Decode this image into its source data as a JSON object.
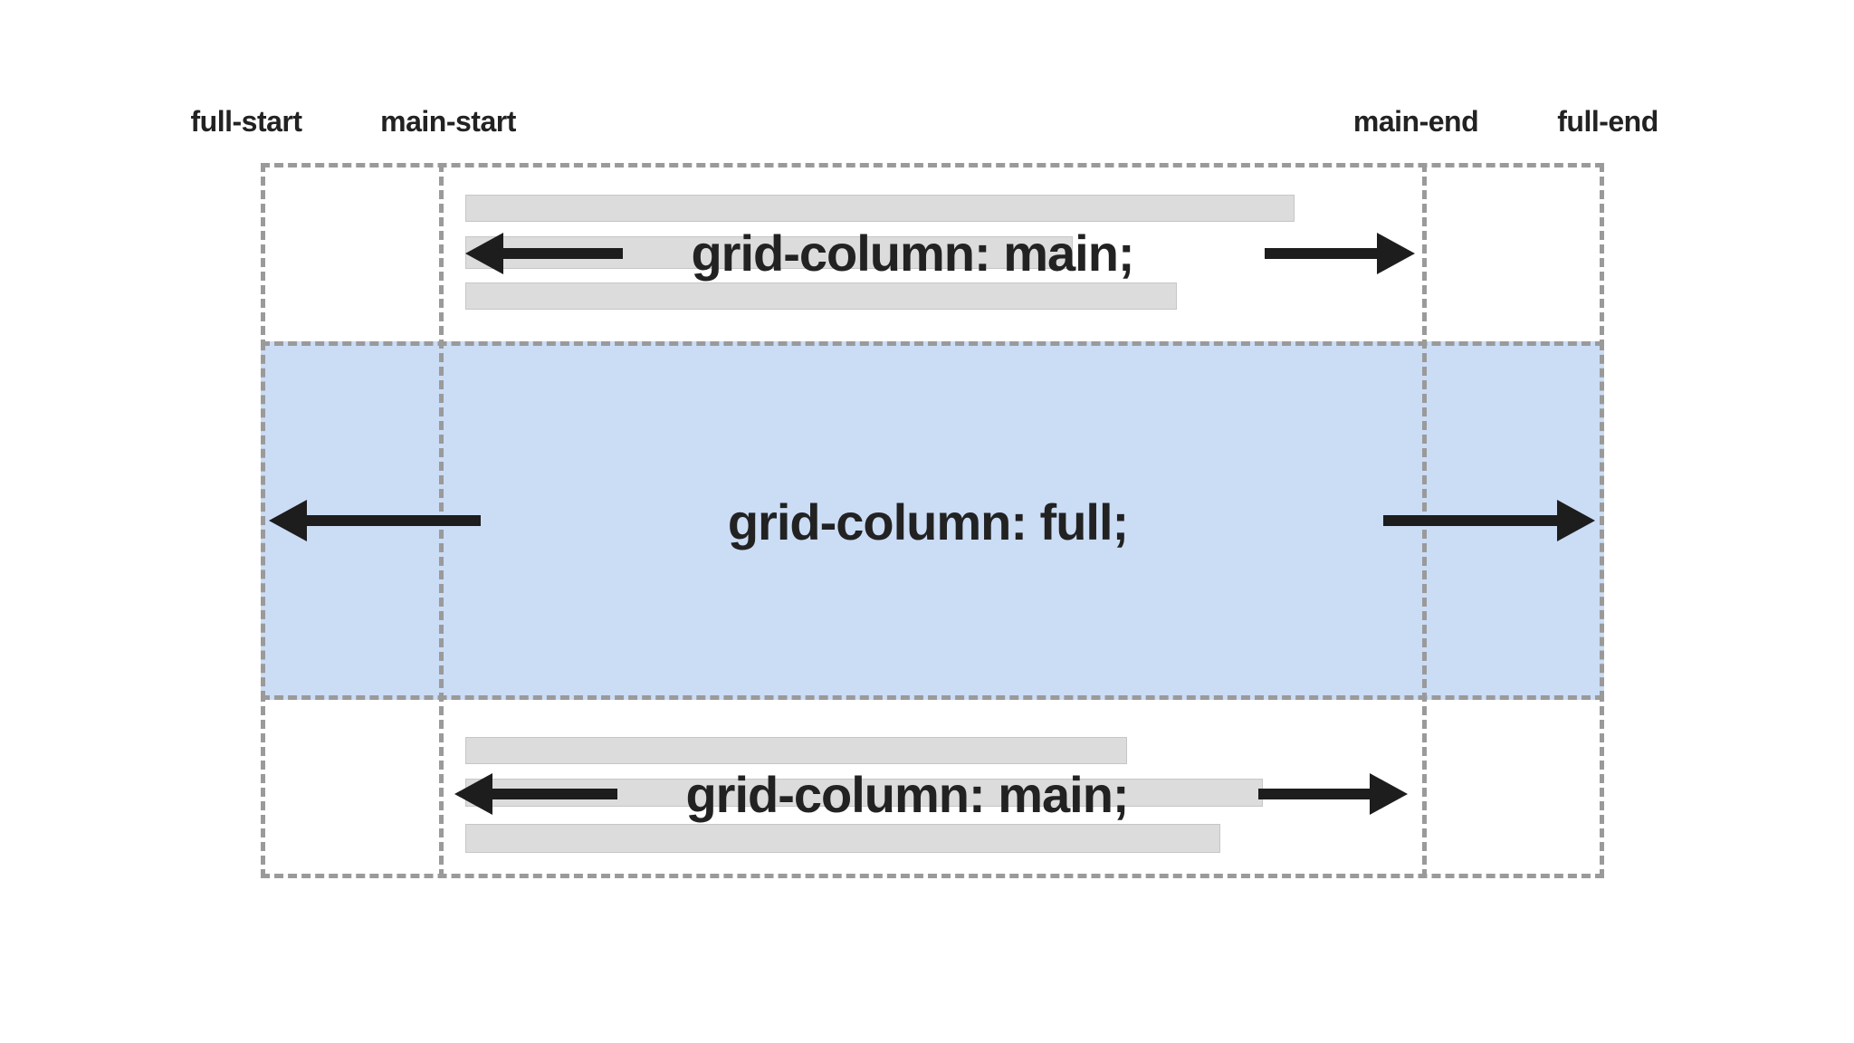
{
  "diagram": {
    "line_labels": {
      "full_start": "full-start",
      "main_start": "main-start",
      "main_end": "main-end",
      "full_end": "full-end"
    },
    "sections": {
      "top_code": "grid-column: main;",
      "middle_code": "grid-column: full;",
      "bottom_code": "grid-column: main;"
    },
    "colors": {
      "highlight_blue": "#cbdcf5",
      "placeholder_bar_gray": "#dcdcdc",
      "dashed_line_gray": "#9a9a9a",
      "arrow_black": "#1d1d1d",
      "text_dark": "#222222",
      "background": "#ffffff"
    }
  }
}
